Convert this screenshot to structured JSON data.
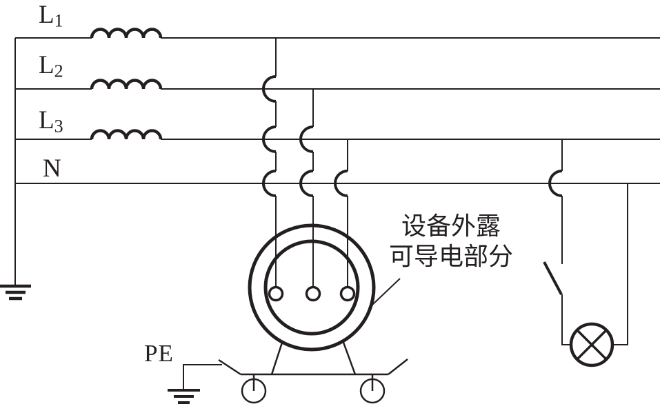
{
  "labels": {
    "phases": [
      {
        "main": "L",
        "sub": "1"
      },
      {
        "main": "L",
        "sub": "2"
      },
      {
        "main": "L",
        "sub": "3"
      },
      {
        "main": "N",
        "sub": ""
      }
    ],
    "pe": "PE",
    "equipment_note": {
      "line1": "设备外露",
      "line2": "可导电部分"
    }
  },
  "components": {
    "source_windings": "inductor-coil",
    "wire_crossovers": "wire-hop-arc",
    "system_earth": "ground-electrode",
    "pe_earth": "ground-electrode",
    "equipment": "motor-enclosure-on-cart",
    "equipment_terminals": "terminal-dot",
    "lamp_switch": "single-pole-switch",
    "lamp": "lamp-cross-circle"
  },
  "colors": {
    "ink": "#231f20",
    "background": "#ffffff"
  }
}
